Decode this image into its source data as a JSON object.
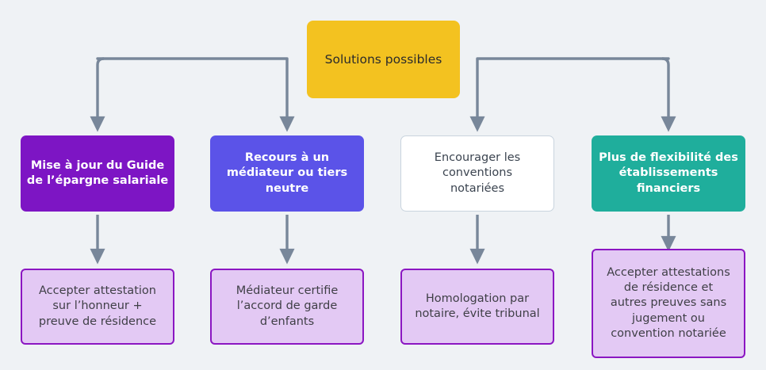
{
  "diagram": {
    "title": "Solutions possibles",
    "background_color": "#eff2f5",
    "connector_color": "#78879a",
    "root": {
      "label": "Solutions possibles",
      "color": "#f3c220",
      "text_color": "#2b2b2b"
    },
    "branches": [
      {
        "strategy": {
          "label": "Mise à jour du Guide\nde l’épargne salariale",
          "color": "#7d15c4",
          "text_color": "#ffffff"
        },
        "outcome": {
          "label": "Accepter attestation\nsur l’honneur +\npreuve de résidence",
          "color": "#e3c9f4",
          "border_color": "#8b16c2",
          "text_color": "#3f3f46"
        }
      },
      {
        "strategy": {
          "label": "Recours à un\nmédiateur ou tiers\nneutre",
          "color": "#5b53e8",
          "text_color": "#ffffff"
        },
        "outcome": {
          "label": "Médiateur certifie\nl’accord de garde\nd’enfants",
          "color": "#e3c9f4",
          "border_color": "#8b16c2",
          "text_color": "#3f3f46"
        }
      },
      {
        "strategy": {
          "label": "Encourager les\nconventions\nnotariées",
          "color": "#ffffff",
          "border_color": "#c9d4de",
          "text_color": "#3b4450"
        },
        "outcome": {
          "label": "Homologation par\nnotaire, évite tribunal",
          "color": "#e3c9f4",
          "border_color": "#8b16c2",
          "text_color": "#3f3f46"
        }
      },
      {
        "strategy": {
          "label": "Plus de flexibilité des\nétablissements\nfinanciers",
          "color": "#1fae9c",
          "text_color": "#ffffff"
        },
        "outcome": {
          "label": "Accepter attestations\nde résidence et\nautres preuves sans\njugement ou\nconvention notariée",
          "color": "#e3c9f4",
          "border_color": "#8b16c2",
          "text_color": "#3f3f46"
        }
      }
    ]
  }
}
